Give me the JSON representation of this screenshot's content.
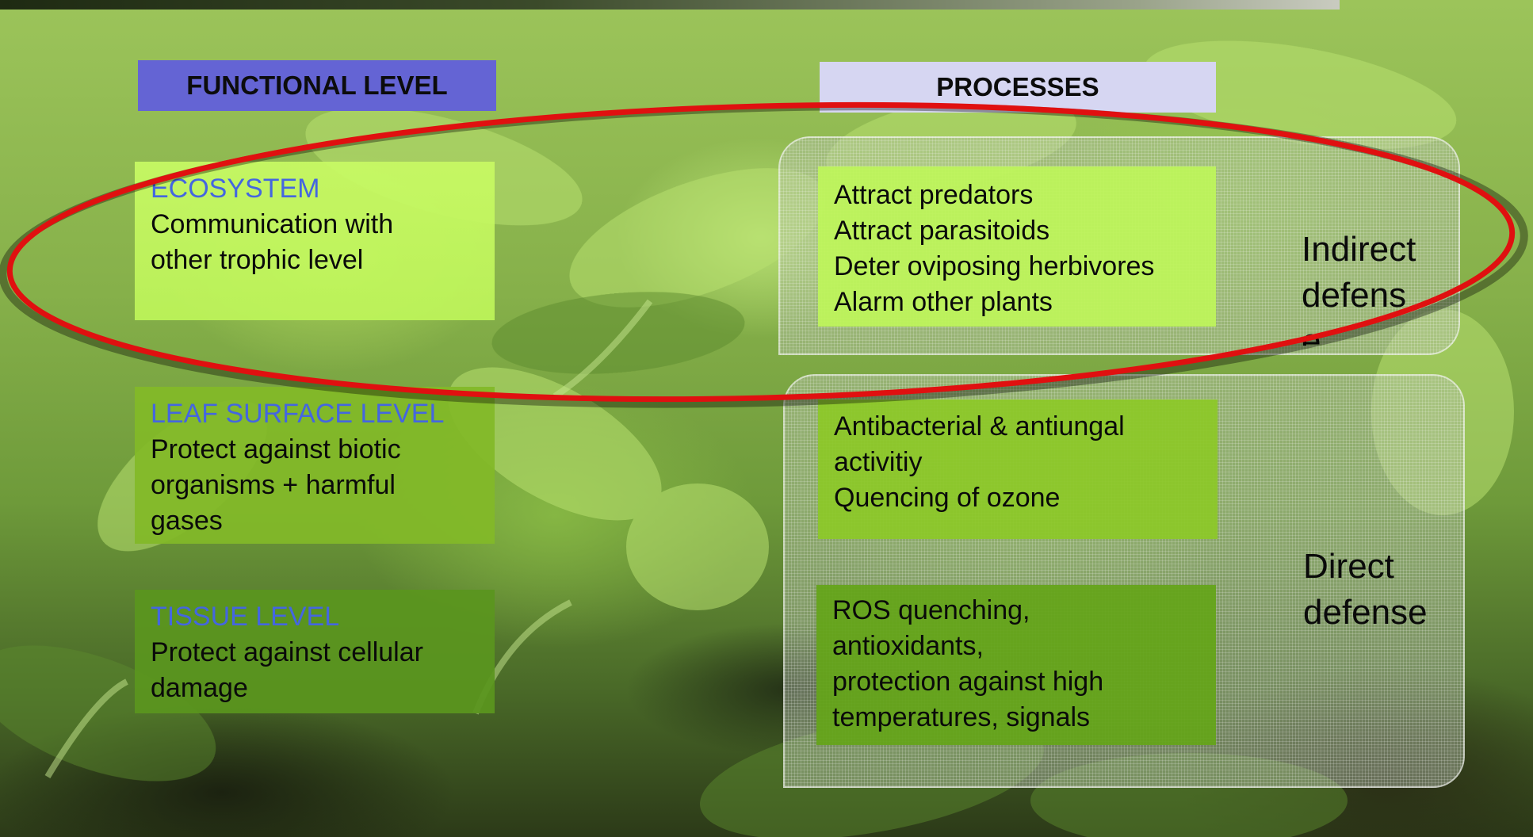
{
  "headers": {
    "functional_level": "FUNCTIONAL LEVEL",
    "processes": "PROCESSES"
  },
  "levels": [
    {
      "title": "ECOSYSTEM",
      "lines": [
        "Communication with",
        "other trophic level"
      ]
    },
    {
      "title": "LEAF SURFACE LEVEL",
      "lines": [
        "Protect against biotic",
        "organisms + harmful",
        "gases"
      ]
    },
    {
      "title": "TISSUE LEVEL",
      "lines": [
        "Protect against cellular",
        "damage"
      ]
    }
  ],
  "processes": {
    "indirect": [
      "Attract predators",
      "Attract parasitoids",
      "Deter oviposing herbivores",
      "Alarm other plants"
    ],
    "direct_1": [
      "Antibacterial & antiungal",
      "activitiy",
      "Quencing of ozone"
    ],
    "direct_2": [
      "ROS quenching,",
      "antioxidants,",
      "protection against high",
      "temperatures, signals"
    ]
  },
  "defense_labels": {
    "indirect_lines": [
      "Indirect",
      "defens",
      "e"
    ],
    "direct_lines": [
      "Direct",
      "defense"
    ]
  },
  "colors": {
    "functional_header": "#6464d4",
    "processes_header": "#d6d6f2",
    "level_title": "#4466e0",
    "highlight_ellipse": "#e01010"
  }
}
